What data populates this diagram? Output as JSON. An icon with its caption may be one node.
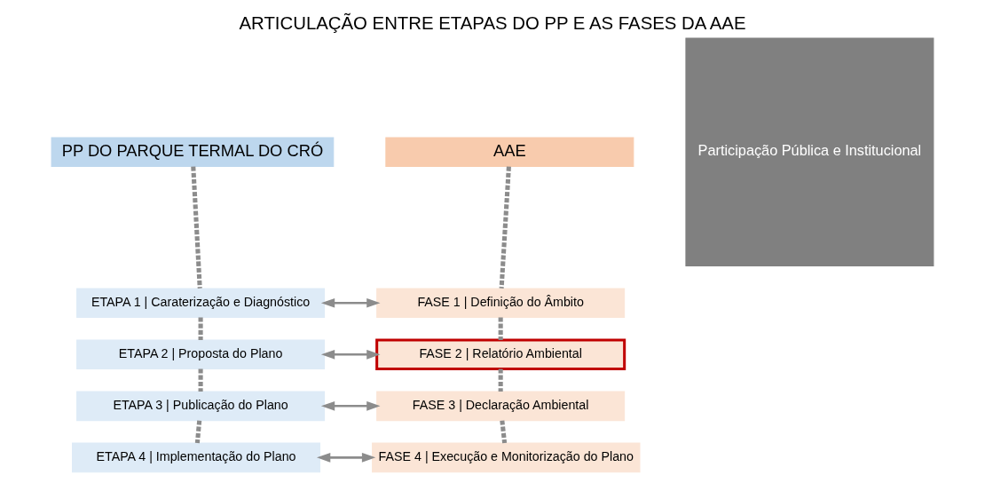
{
  "diagram": {
    "title": "ARTICULAÇÃO ENTRE ETAPAS DO PP E AS FASES DA AAE",
    "nodes": [
      {
        "text": [
          "PP DO PARQUE TERMAL DO CRÓ"
        ]
      },
      {
        "text": [
          "AAE"
        ]
      },
      {
        "text": [
          "ETAPA 1 | Caraterização e Diagnóstico"
        ]
      },
      {
        "text": [
          "FASE 1 | Definição do Âmbito"
        ]
      },
      {
        "text": [
          "ETAPA 2 | Proposta do Plano"
        ]
      },
      {
        "text": [
          "FASE 2 | Relatório Ambiental"
        ]
      },
      {
        "text": [
          "ETAPA 3 | Publicação do Plano"
        ]
      },
      {
        "text": [
          "FASE 3 | Declaração Ambiental"
        ]
      },
      {
        "text": [
          "ETAPA 4 | Implementação do Plano"
        ]
      },
      {
        "text": [
          "FASE 4 | Execução e Monitorização do Plano"
        ]
      },
      {
        "text": [
          "Participação Pública e Institucional"
        ]
      }
    ],
    "edges": [
      {
        "from": 0,
        "to": 2,
        "arrow": "none",
        "style": "dashed"
      },
      {
        "from": 1,
        "to": 3,
        "arrow": "none",
        "style": "dashed"
      },
      {
        "from": 2,
        "to": 3,
        "arrow": "both"
      },
      {
        "from": 2,
        "to": 4,
        "arrow": "none",
        "style": "dashed"
      },
      {
        "from": 3,
        "to": 5,
        "arrow": "none",
        "style": "dashed"
      },
      {
        "from": 4,
        "to": 5,
        "arrow": "both"
      },
      {
        "from": 4,
        "to": 6,
        "arrow": "none",
        "style": "dashed"
      },
      {
        "from": 5,
        "to": 7,
        "arrow": "none",
        "style": "dashed"
      },
      {
        "from": 6,
        "to": 7,
        "arrow": "both"
      },
      {
        "from": 6,
        "to": 8,
        "arrow": "none",
        "style": "dashed"
      },
      {
        "from": 7,
        "to": 9,
        "arrow": "none",
        "style": "dashed"
      },
      {
        "from": 8,
        "to": 9,
        "arrow": "both"
      }
    ]
  }
}
